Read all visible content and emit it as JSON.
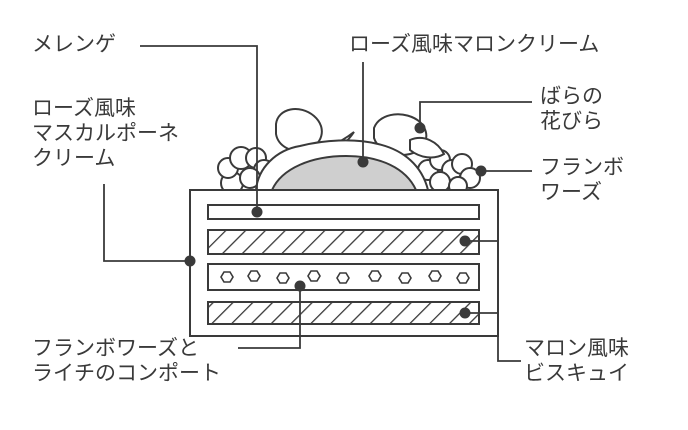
{
  "labels": {
    "meringue": [
      "メレンゲ"
    ],
    "rose_mascarpone": [
      "ローズ風味",
      "マスカルポーネ",
      "クリーム"
    ],
    "rose_marron": [
      "ローズ風味マロンクリーム"
    ],
    "petals": [
      "ばらの",
      "花びら"
    ],
    "framboise": [
      "フランボ",
      "ワーズ"
    ],
    "compote": [
      "フランボワーズと",
      "ライチのコンポート"
    ],
    "biscuit": [
      "マロン風味",
      "ビスキュイ"
    ]
  },
  "colors": {
    "line": "#3a3a3a",
    "cream_fill": "#cfcfcf",
    "background": "#ffffff"
  }
}
